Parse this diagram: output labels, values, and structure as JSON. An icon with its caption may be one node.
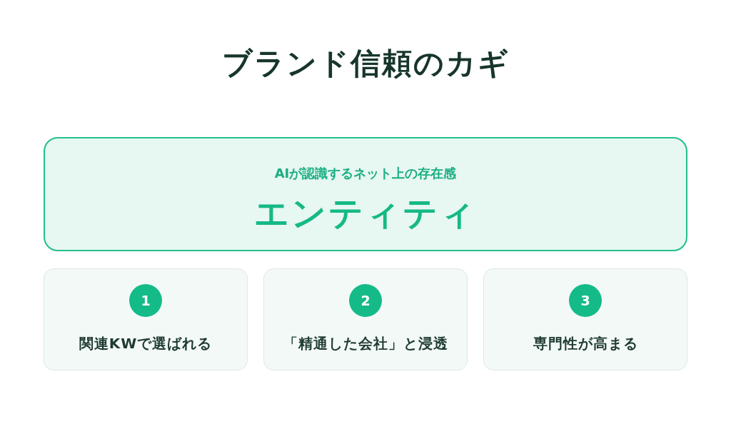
{
  "diagram": {
    "title": "ブランド信頼のカギ",
    "nodes": [
      {
        "text": [
          "AIが認識するネット上の存在感",
          "エンティティ"
        ]
      },
      {
        "text": [
          "関連KWで選ばれる"
        ]
      },
      {
        "text": [
          "1"
        ],
        "in": 1
      },
      {
        "text": [
          "「精通した会社」と浸透"
        ]
      },
      {
        "text": [
          "2"
        ],
        "in": 3
      },
      {
        "text": [
          "専門性が高まる"
        ]
      },
      {
        "text": [
          "3"
        ],
        "in": 5
      }
    ]
  }
}
